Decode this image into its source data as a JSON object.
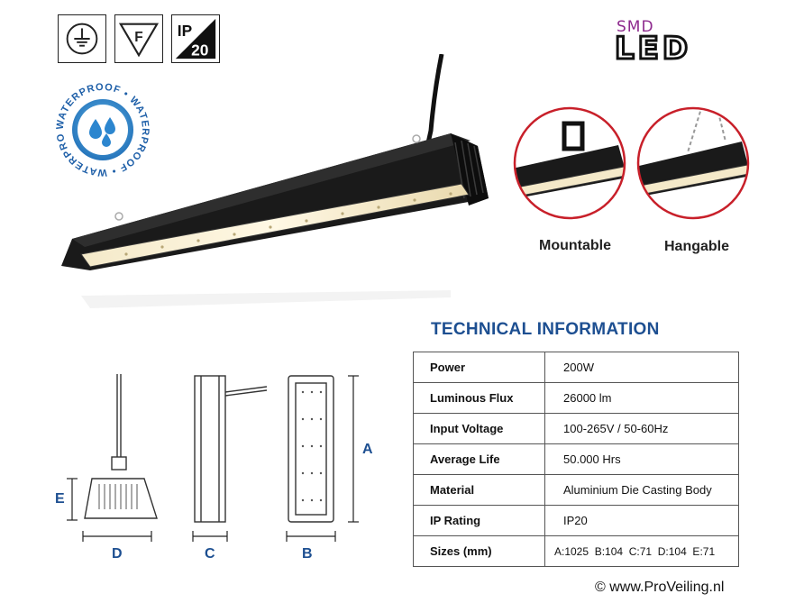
{
  "certifications": [
    {
      "icon": "ground-symbol-icon"
    },
    {
      "icon": "f-mark-triangle-icon",
      "text": "F"
    },
    {
      "icon": "ip20-icon",
      "text_top": "IP",
      "text_bottom": "20"
    }
  ],
  "brand": {
    "smd": "SMD",
    "led": "LED"
  },
  "waterproof_badge": {
    "text": "WATERPROOF • WATERPROOF • WATERPROOF •"
  },
  "zoom_labels": {
    "mountable": "Mountable",
    "hangable": "Hangable"
  },
  "technical": {
    "title": "TECHNICAL INFORMATION",
    "rows": [
      {
        "key": "Power",
        "value": "200W"
      },
      {
        "key": "Luminous Flux",
        "value": "26000 lm"
      },
      {
        "key": "Input Voltage",
        "value": "100-265V / 50-60Hz"
      },
      {
        "key": "Average Life",
        "value": "50.000 Hrs"
      },
      {
        "key": "Material",
        "value": "Aluminium Die Casting Body"
      },
      {
        "key": "IP Rating",
        "value": "IP20"
      },
      {
        "key": "Sizes (mm)",
        "value": "A:1025  B:104  C:71  D:104  E:71"
      }
    ]
  },
  "dimensions": {
    "a": "A",
    "b": "B",
    "c": "C",
    "d": "D",
    "e": "E"
  },
  "watermark": "© www.ProVeiling.nl",
  "colors": {
    "accent_blue": "#1d4f91",
    "zoom_ring": "#c8202a",
    "brand_purple": "#8e2a8e"
  }
}
